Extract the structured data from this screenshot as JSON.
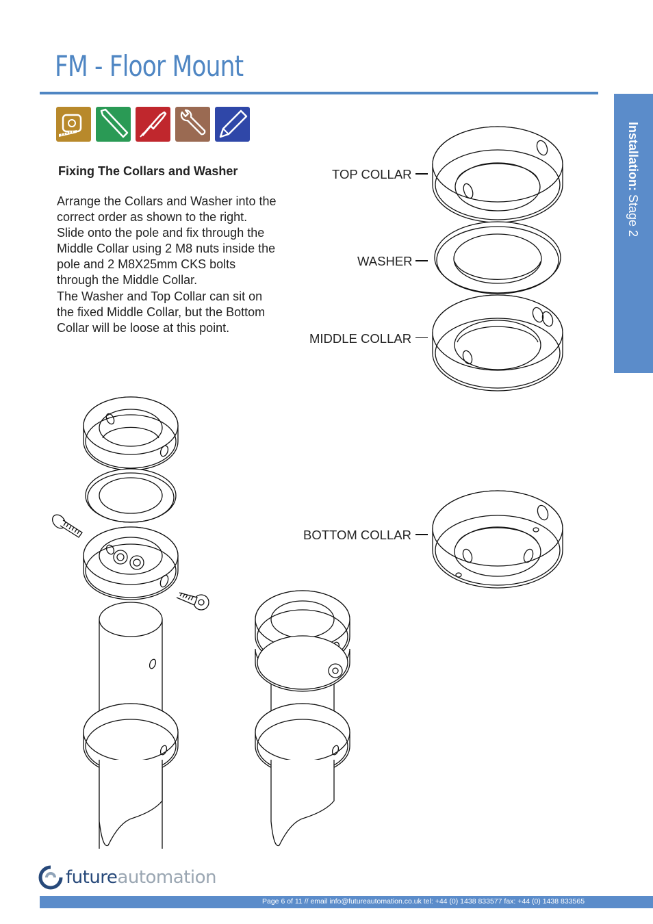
{
  "header": {
    "title": "FM - Floor Mount"
  },
  "side_tab": {
    "label_bold": "Installation:",
    "label_rest": " Stage  2",
    "color": "#5b8cca"
  },
  "tools": [
    {
      "icon": "tape-measure-icon",
      "color": "#b8892b"
    },
    {
      "icon": "allen-key-icon",
      "color": "#2a9a55"
    },
    {
      "icon": "screwdriver-icon",
      "color": "#c0272d"
    },
    {
      "icon": "spanner-icon",
      "color": "#9a6a52"
    },
    {
      "icon": "pencil-icon",
      "color": "#2f47a8"
    }
  ],
  "section": {
    "heading": "Fixing The Collars and Washer",
    "paragraph_lines": [
      "Arrange the Collars and Washer into the",
      "correct order as shown to the right.",
      "Slide onto the pole and fix through the",
      "Middle Collar using 2 M8 nuts inside the",
      "pole and 2 M8X25mm CKS bolts",
      "through the Middle Collar.",
      "The Washer and Top Collar can sit on",
      "the fixed Middle Collar, but the Bottom",
      "Collar will be loose at this point."
    ]
  },
  "labels": {
    "top_collar": "TOP COLLAR",
    "washer": "WASHER",
    "middle_collar": "MIDDLE COLLAR",
    "bottom_collar": "BOTTOM COLLAR"
  },
  "footer": {
    "logo_future": "future",
    "logo_automation": "automation",
    "text": "Page 6 of 11 // email info@futureautomation.co.uk  tel: +44 (0) 1438 833577  fax: +44 (0) 1438 833565",
    "brand_color": "#27497a"
  }
}
